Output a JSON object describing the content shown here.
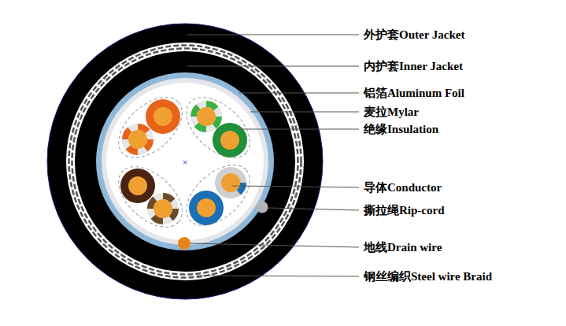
{
  "diagram": {
    "labels": [
      "外护套Outer Jacket",
      "内护套Inner Jacket",
      "铝箔Aluminum Foil",
      "麦拉Mylar",
      "绝缘Insulation",
      "导体Conductor",
      "撕拉绳Rip-cord",
      "地线Drain wire",
      "钢丝编织Steel wire Braid"
    ]
  }
}
